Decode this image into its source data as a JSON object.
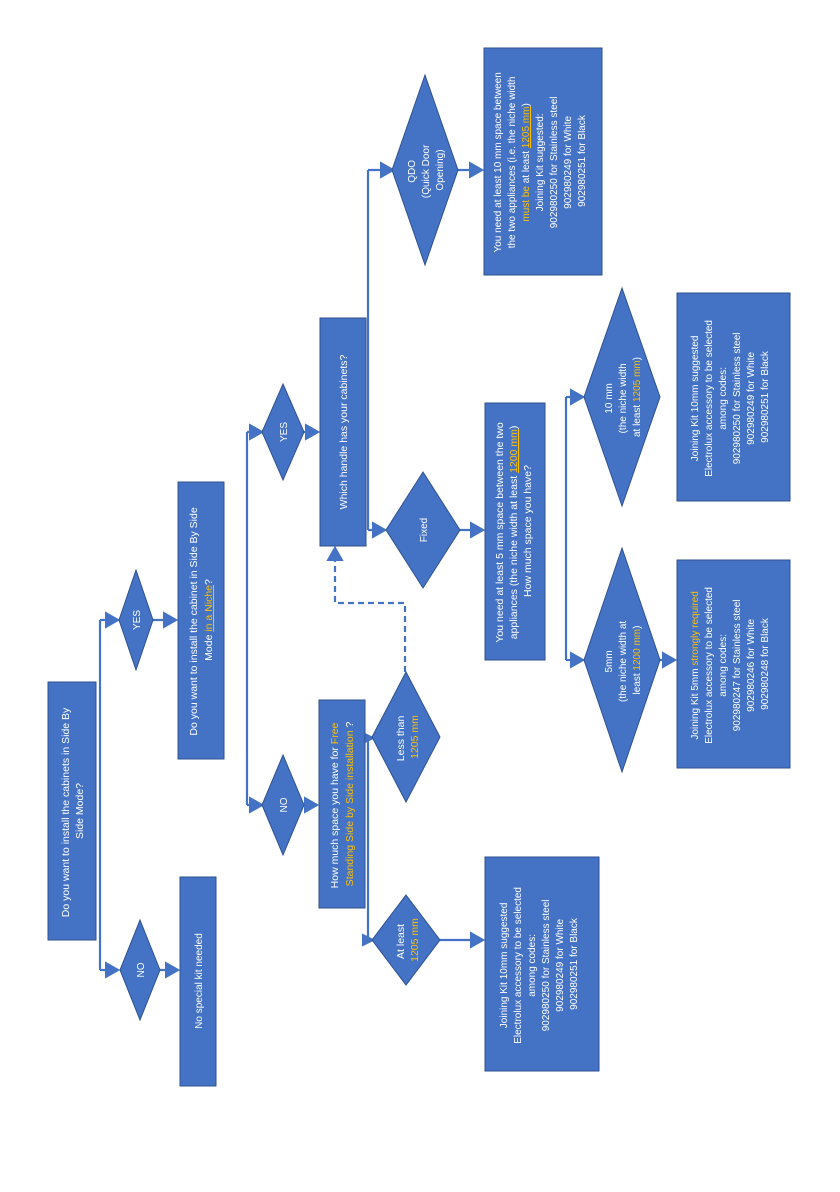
{
  "colors": {
    "shape_fill": "#4472c4",
    "connector": "#4472c4",
    "highlight": "#ffc000",
    "text": "#ffffff"
  },
  "nodes": {
    "q_side_by_side": [
      "Do you want to install the cabinets in Side By",
      "Side Mode?"
    ],
    "ans_no_1": "NO",
    "ans_yes_1": "YES",
    "no_kit": "No special kit needed",
    "q_niche": {
      "line1": "Do you want to install the cabinet in Side By Side",
      "line2_pre": "Mode ",
      "line2_hl": "in a Niche",
      "line2_post": "?"
    },
    "ans_no_2": "NO",
    "ans_yes_2": "YES",
    "q_free_space": {
      "line1_pre": "How much space you have for ",
      "line1_hl": "Free",
      "line2_hl": "Standing Side by Side installation",
      "line2_post": " ?"
    },
    "at_least": {
      "line1": "At least",
      "line2": "1205 mm"
    },
    "less_than": {
      "line1": "Less than",
      "line2": "1205 mm"
    },
    "kit_free": [
      "Joining Kit 10mm suggested",
      "Electrolux accessory to be selected",
      "among codes:",
      "902980250 for Stainless steel",
      "902980249 for White",
      "902980251 for Black"
    ],
    "q_handle": "Which handle has your cabinets?",
    "fixed": "Fixed",
    "qdo": [
      "QDO",
      "(Quick Door",
      "Opening)"
    ],
    "q_fixed_space": {
      "line1": "You need at least 5 mm space between  the two",
      "line2_pre": "appliances (the niche width at least ",
      "line2_hl": "1200 mm",
      "line2_post": ")",
      "line3": "How much space you have?"
    },
    "qdo_result": {
      "line1": "You need at least 10 mm space between",
      "line2": "the two appliances (i.e. the niche width",
      "line3_hl1": "must be",
      "line3_mid": "  at least ",
      "line3_hl2": "1205 mm",
      "line3_post": ")",
      "line4": "Joining Kit suggested:",
      "line5": "902980250 for Stainless steel",
      "line6": "902980249 for White",
      "line7": "902980251 for Black"
    },
    "opt_5mm": {
      "line1": "5mm",
      "line2": "(the niche width at",
      "line3_pre": "least ",
      "line3_hl": "1200 mm",
      "line3_post": ")"
    },
    "opt_10mm": {
      "line1": "10 mm",
      "line2": "(the niche width",
      "line3_pre": "at least ",
      "line3_hl": "1205 mm",
      "line3_post": ")"
    },
    "kit_5mm": {
      "line1_pre": "Joining Kit 5mm ",
      "line1_hl": "strongly required",
      "line2": "Electrolux accessory to be selected",
      "line3": "among codes:",
      "line4": "902980247 for Stainless steel",
      "line5": "902980246 for White",
      "line6": "902980248 for Black"
    },
    "kit_10mm": [
      "Joining Kit 10mm suggested",
      "Electrolux accessory to be selected",
      "among codes:",
      "902980250 for Stainless steel",
      "902980249 for White",
      "902980251 for Black"
    ]
  }
}
